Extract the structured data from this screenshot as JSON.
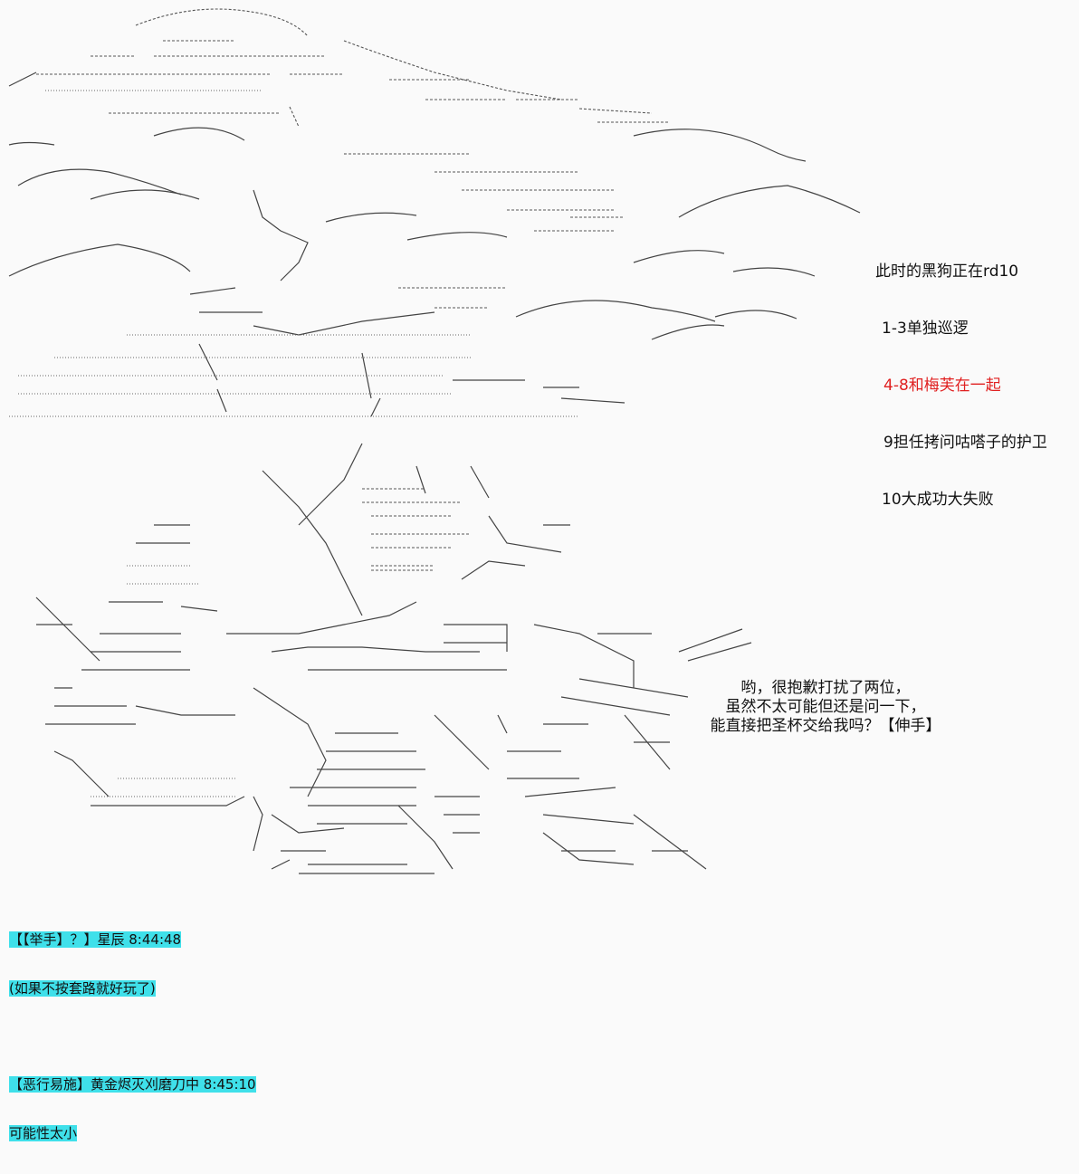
{
  "notes": {
    "line1": "此时的黑狗正在rd10",
    "line2": "1-3单独巡逻",
    "line3": "4-8和梅芙在一起",
    "line4": "9担任拷问咕嗒子的护卫",
    "line5": "10大成功大失败"
  },
  "speech": {
    "line1": "哟，很抱歉打扰了两位，",
    "line2": "虽然不太可能但还是问一下，",
    "line3": "能直接把圣杯交给我吗？【伸手】"
  },
  "chat": [
    {
      "header": "【【举手】？】星辰 8:44:48",
      "body": "(如果不按套路就好玩了)"
    },
    {
      "header": "【恶行易施】黄金烬灭刈磨刀中 8:45:10",
      "body": "可能性太小"
    }
  ],
  "colors": {
    "highlight": "#3fe0ea",
    "accent_red": "#e02020"
  }
}
